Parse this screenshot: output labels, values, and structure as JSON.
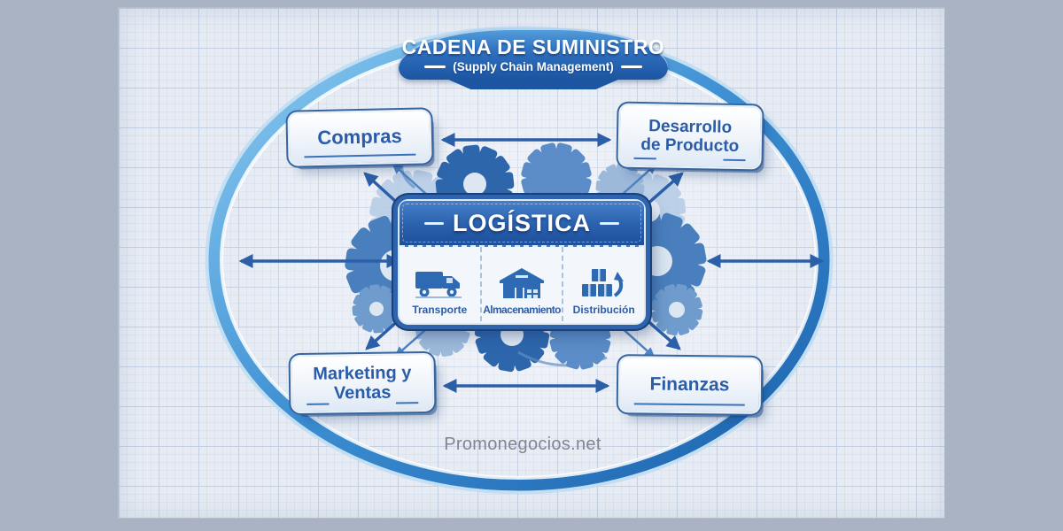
{
  "page": {
    "watermark": "Promonegocios.net"
  },
  "banner": {
    "title": "CADENA DE SUMINISTRO",
    "subtitle": "(Supply Chain Management)"
  },
  "center": {
    "title": "LOGÍSTICA",
    "items": [
      {
        "label": "Transporte",
        "icon": "truck-icon"
      },
      {
        "label": "Almacenamiento",
        "icon": "warehouse-icon"
      },
      {
        "label": "Distribución",
        "icon": "boxes-icon"
      }
    ]
  },
  "nodes": {
    "compras": {
      "label": "Compras"
    },
    "desarrollo": {
      "line1": "Desarrollo",
      "line2": "de Producto"
    },
    "marketing": {
      "line1": "Marketing y",
      "line2": "Ventas"
    },
    "finanzas": {
      "label": "Finanzas"
    }
  },
  "colors": {
    "accent_arrow": "#2b5fa8",
    "ring_blue": "#2f7cc4",
    "panel_header_blue": "#1d4f9b",
    "node_text_blue": "#2b5ca8",
    "paper": "#e7ecf4",
    "margin_gray": "#a9b3c3",
    "watermark_gray": "#80858e"
  }
}
